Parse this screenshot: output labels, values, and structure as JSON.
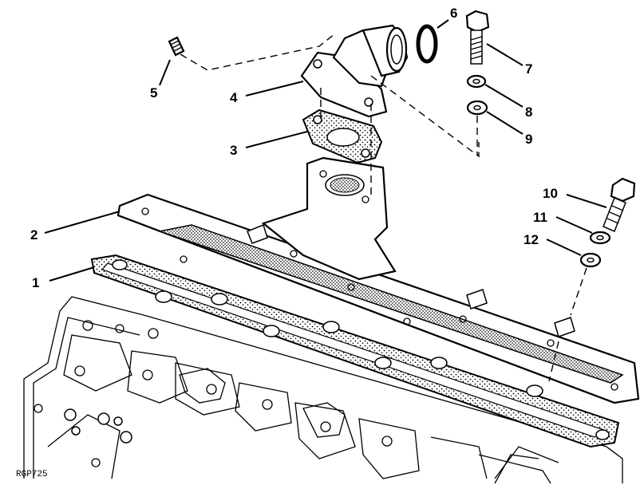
{
  "figure_code": "RGP725",
  "callouts": [
    {
      "id": "1",
      "label": "1"
    },
    {
      "id": "2",
      "label": "2"
    },
    {
      "id": "3",
      "label": "3"
    },
    {
      "id": "4",
      "label": "4"
    },
    {
      "id": "5",
      "label": "5"
    },
    {
      "id": "6",
      "label": "6"
    },
    {
      "id": "7",
      "label": "7"
    },
    {
      "id": "8",
      "label": "8"
    },
    {
      "id": "9",
      "label": "9"
    },
    {
      "id": "10",
      "label": "10"
    },
    {
      "id": "11",
      "label": "11"
    },
    {
      "id": "12",
      "label": "12"
    }
  ]
}
